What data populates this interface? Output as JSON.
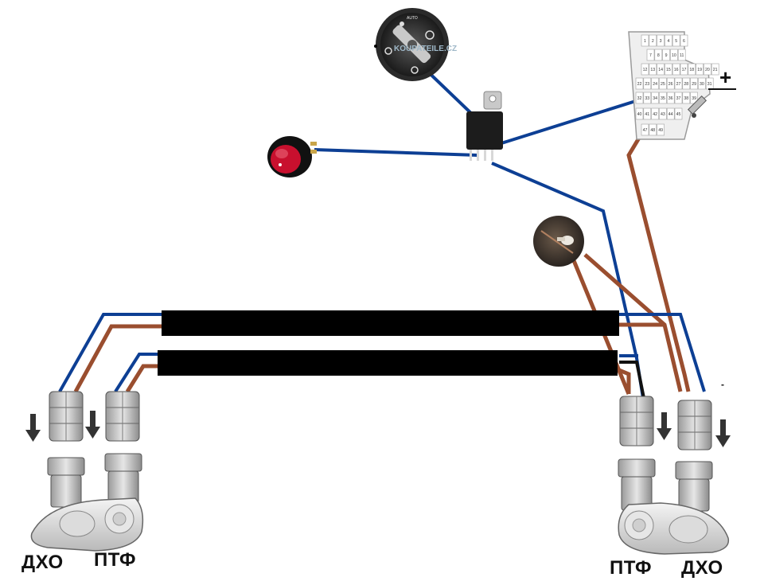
{
  "labels": {
    "left_drl": "ДХО",
    "left_fog": "ПТФ",
    "right_fog": "ПТФ",
    "right_drl": "ДХО"
  },
  "watermark": "KOUPATEILE.CZ",
  "switch_text": "AUTO",
  "battery": {
    "plus": "+",
    "minus": "-"
  },
  "fuse_box": {
    "rows": [
      [
        "1",
        "2",
        "3",
        "4",
        "5",
        "6"
      ],
      [
        "7",
        "8",
        "9",
        "10",
        "11"
      ],
      [
        "12",
        "13",
        "14",
        "15",
        "16",
        "17",
        "18",
        "19",
        "20",
        "21"
      ],
      [
        "22",
        "23",
        "24",
        "25",
        "26",
        "27",
        "28",
        "29",
        "30",
        "31"
      ],
      [
        "32",
        "33",
        "34",
        "35",
        "36",
        "37",
        "38",
        "39"
      ],
      [
        "40",
        "41",
        "42",
        "43",
        "44",
        "45"
      ],
      [
        "47",
        "48",
        "49"
      ]
    ]
  },
  "colors": {
    "blue_wire": "#0d3f94",
    "brown_wire": "#9a4e2f",
    "loom": "#000000",
    "relay": "#1c1c1c",
    "switch_red": "#c8102e"
  }
}
